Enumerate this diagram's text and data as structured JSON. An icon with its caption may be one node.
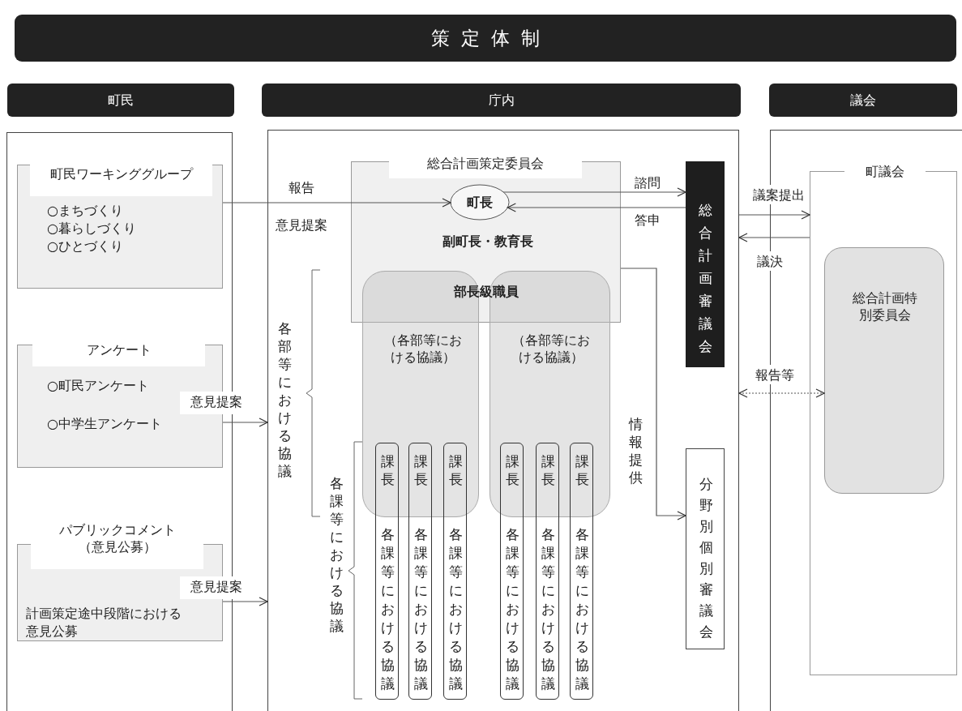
{
  "diagram": {
    "title": "策定体制",
    "nodes": [
      {
        "text": [
          "町民"
        ]
      },
      {
        "text": [
          "町民ワーキンググループ",
          "○まちづくり",
          "○暮らしづくり",
          "○ひとづくり"
        ],
        "in": 0
      },
      {
        "text": [
          "アンケート",
          "○町民アンケート",
          "○中学生アンケート"
        ],
        "in": 0
      },
      {
        "text": [
          "パブリックコメント（意見公募）",
          "計画策定途中段階における意見公募"
        ],
        "in": 0
      },
      {
        "text": [
          "庁内"
        ]
      },
      {
        "text": [
          "総合計画策定委員会",
          "副町長・教育長"
        ],
        "in": 4
      },
      {
        "text": [
          "町長"
        ],
        "in": 5
      },
      {
        "text": [
          "（各部等における協議）"
        ],
        "in": 4
      },
      {
        "text": [
          "（各部等における協議）"
        ],
        "in": 4
      },
      {
        "text": [
          "課長",
          "各課等における協議"
        ],
        "in": 4
      },
      {
        "text": [
          "課長",
          "各課等における協議"
        ],
        "in": 4
      },
      {
        "text": [
          "課長",
          "各課等における協議"
        ],
        "in": 4
      },
      {
        "text": [
          "課長",
          "各課等における協議"
        ],
        "in": 4
      },
      {
        "text": [
          "課長",
          "各課等における協議"
        ],
        "in": 4
      },
      {
        "text": [
          "課長",
          "各課等における協議"
        ],
        "in": 4
      },
      {
        "text": [
          "総合計画審議会"
        ],
        "in": 4
      },
      {
        "text": [
          "分野別個別審議会"
        ],
        "in": 4
      },
      {
        "text": [
          "議会"
        ]
      },
      {
        "text": [
          "町議会"
        ],
        "in": 17
      },
      {
        "text": [
          "総合計画特別委員会"
        ],
        "in": 18
      }
    ],
    "edges": [
      {
        "from": 1,
        "to": 6,
        "arrow": "to",
        "label": "報告"
      },
      {
        "from": 2,
        "to": 4,
        "arrow": "to",
        "label": "意見提案"
      },
      {
        "from": 3,
        "to": 4,
        "arrow": "to",
        "label": "意見提案"
      },
      {
        "from": 6,
        "to": 15,
        "arrow": "to",
        "label": "諮問"
      },
      {
        "from": 15,
        "to": 6,
        "arrow": "to",
        "label": "答申"
      },
      {
        "from": 4,
        "to": 18,
        "arrow": "to",
        "label": "議案提出"
      },
      {
        "from": 18,
        "to": 4,
        "arrow": "to",
        "label": "議決"
      },
      {
        "from": 4,
        "to": 19,
        "arrow": "both",
        "label": "報告等",
        "style": "dashed"
      },
      {
        "from": 5,
        "to": 16,
        "arrow": "to",
        "label": "情報提供"
      }
    ],
    "labels": [
      "意見提案",
      "部長級職員",
      "各部等における協議",
      "各課等における協議"
    ]
  }
}
